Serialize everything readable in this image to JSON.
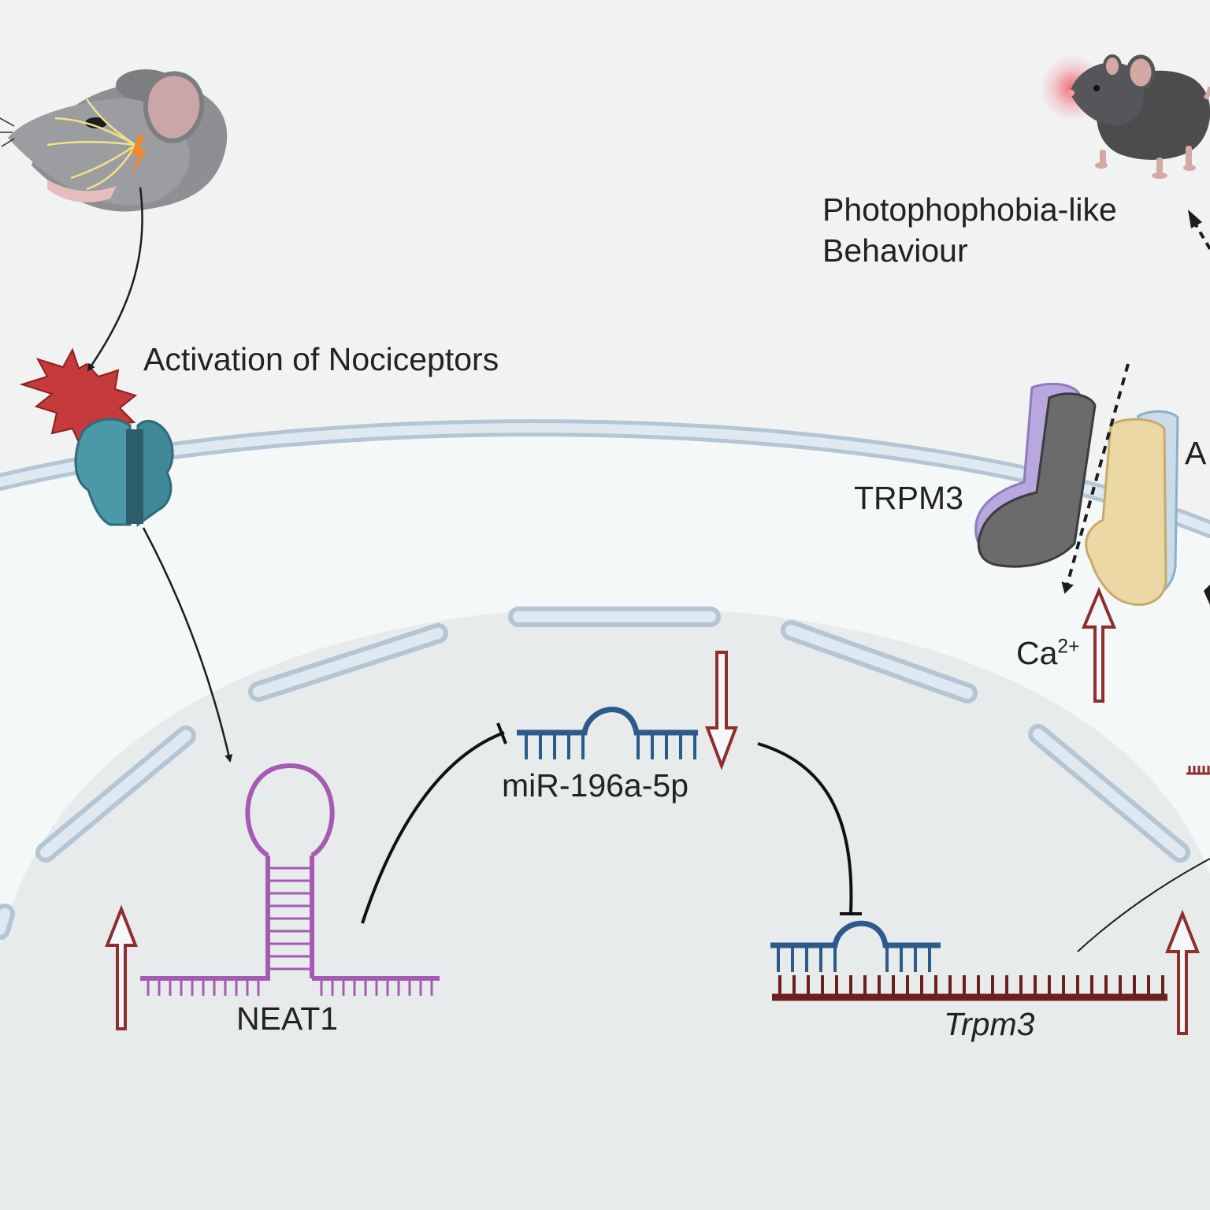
{
  "labels": {
    "nociceptor_activation": "Activation of Nociceptors",
    "behaviour_line1": "Photophophobia-like",
    "behaviour_line2": "Behaviour",
    "channel_trpm3": "TRPM3",
    "channel_cut": "A",
    "ion_base": "Ca",
    "ion_charge": "2+",
    "mirna": "miR-196a-5p",
    "lncrna": "NEAT1",
    "target_mrna": "Trpm3"
  },
  "colors": {
    "background": "#f1f2f2",
    "cytoplasm": "#f5f8f9",
    "nucleus": "#e7ebeb",
    "membrane": "#b4c6d3",
    "envelope": "#dfe9f1",
    "channel_teal": "#4a98a8",
    "nociceptor_star": "#c53a3a",
    "neat1": "#a65bb3",
    "mirna": "#2c5a8a",
    "trpm3_mrna": "#6b1f1f",
    "up_down_arrows": "#8e2e2e",
    "trpm3_grey": "#6b6b6b",
    "trpm3_purple": "#b9a7e0",
    "trpa_yellow": "#ecd8a5",
    "trpa_blue": "#c8dce9",
    "mouse_grey": "#8d8f92",
    "mouse_dark": "#4c4c4f",
    "light_glow": "#f05a6a"
  },
  "icons": {
    "mouse_head": "mouse-head-pain-icon",
    "mouse_light": "mouse-photophobia-icon",
    "nociceptor": "nociceptor-star-icon",
    "ion_channel": "ion-channel-icon"
  },
  "regulation": {
    "neat1": "up",
    "mirna": "down",
    "trpm3": "up",
    "calcium": "up"
  }
}
